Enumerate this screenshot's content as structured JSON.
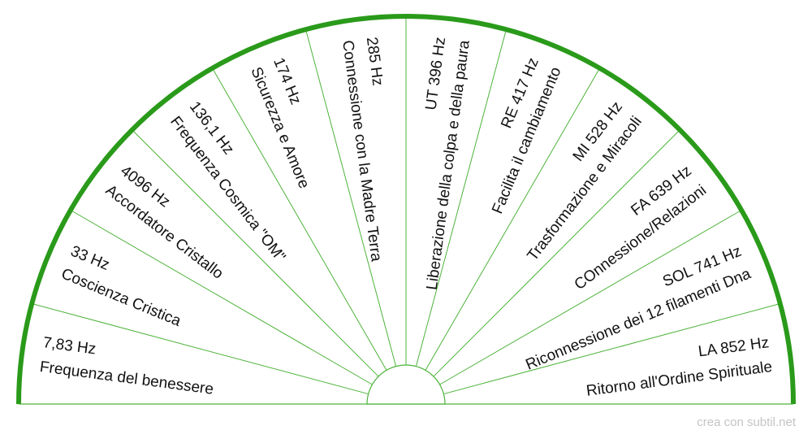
{
  "chart_title": "",
  "colors": {
    "rim": "#2a9a1a",
    "divider": "#4db33a",
    "text": "#111111",
    "credit": "#c4c4c4"
  },
  "segments": [
    {
      "line1": "7,83 Hz",
      "line2": "Frequenza del benessere"
    },
    {
      "line1": "33 Hz",
      "line2": "Coscienza Cristica"
    },
    {
      "line1": "4096 Hz",
      "line2": "Accordatore Cristallo"
    },
    {
      "line1": "136,1 Hz",
      "line2": "Frequenza Cosmica \"OM\""
    },
    {
      "line1": "174 Hz",
      "line2": "Sicurezza e Amore"
    },
    {
      "line1": "285 Hz",
      "line2": "Connessione con la Madre Terra"
    },
    {
      "line1": "UT  396 Hz",
      "line2": "Liberazione della colpa e della paura"
    },
    {
      "line1": "RE 417 Hz",
      "line2": "Facilita il cambiamento"
    },
    {
      "line1": "MI 528 Hz",
      "line2": "Trasformazione e Miracoli"
    },
    {
      "line1": "FA 639 Hz",
      "line2": "COnnessione/Relazioni"
    },
    {
      "line1": "SOL 741 Hz",
      "line2": "Riconnessione dei 12 filamenti Dna"
    },
    {
      "line1": "LA 852 Hz",
      "line2": "Ritorno all'Ordine Spirituale"
    }
  ],
  "credit": "crea con subtil.net"
}
